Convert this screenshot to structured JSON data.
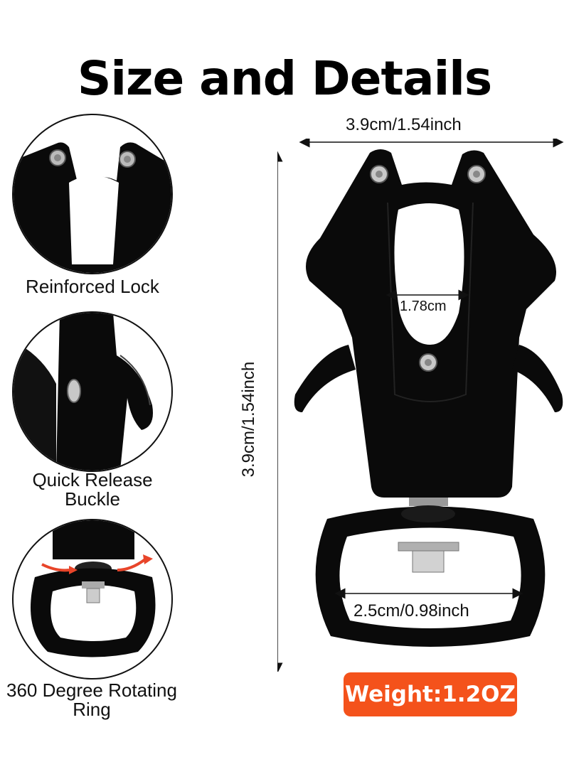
{
  "title": "Size and Details",
  "detail_labels": {
    "lock": "Reinforced Lock",
    "buckle_line1": "Quick Release",
    "buckle_line2": "Buckle",
    "ring_line1": "360 Degree Rotating",
    "ring_line2": "Ring"
  },
  "dimensions": {
    "width": "3.9cm/1.54inch",
    "height": "3.9cm/1.54inch",
    "opening": "1.78cm",
    "ring": "2.5cm/0.98inch"
  },
  "weight": "Weight:1.2OZ",
  "colors": {
    "badge": "#f4521b",
    "product": "#0a0a0a",
    "arrow": "#e8452a"
  }
}
